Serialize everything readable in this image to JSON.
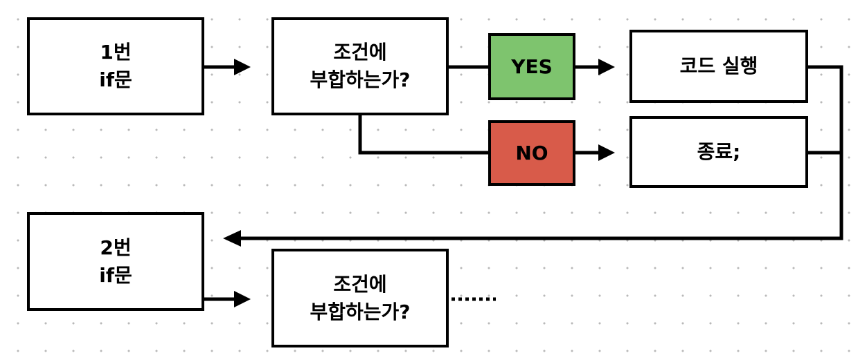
{
  "nodes": {
    "if1": {
      "line1": "1번",
      "line2": "if문"
    },
    "cond1": {
      "line1": "조건에",
      "line2": "부합하는가?"
    },
    "yes": {
      "label": "YES",
      "color": "#7ec46e"
    },
    "no": {
      "label": "NO",
      "color": "#d85b4a"
    },
    "run": {
      "label": "코드 실행"
    },
    "end": {
      "label": "종료;"
    },
    "if2": {
      "line1": "2번",
      "line2": "if문"
    },
    "cond2": {
      "line1": "조건에",
      "line2": "부합하는가?"
    }
  },
  "continuation": "......"
}
